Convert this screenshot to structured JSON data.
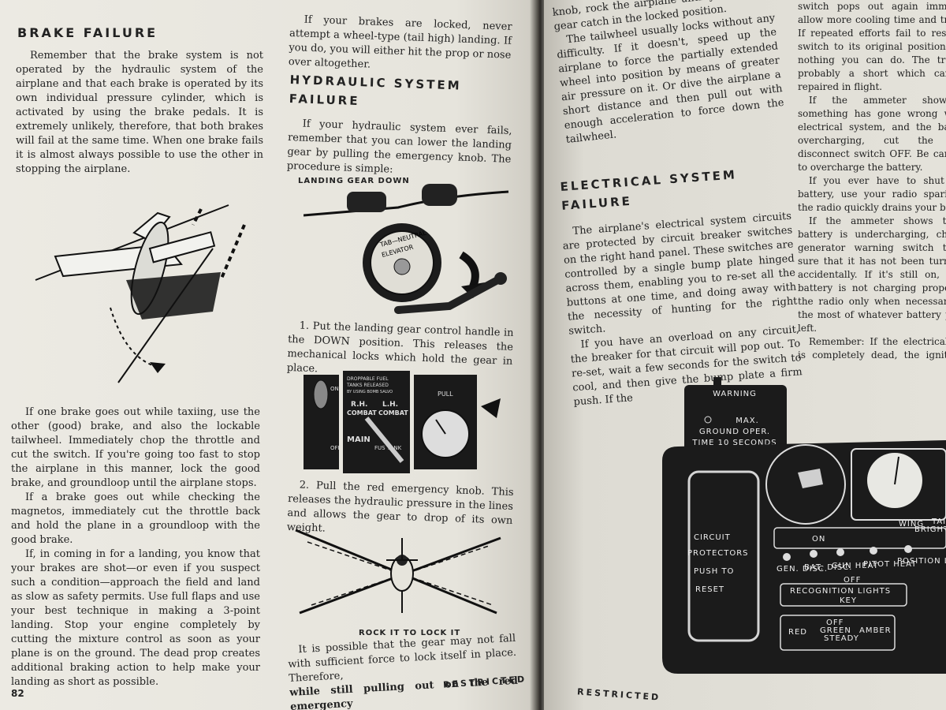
{
  "left_page": {
    "col1": {
      "heading": "BRAKE FAILURE",
      "intro": "Remember that the brake system is not operated by the hydraulic system of the airplane and that each brake is operated by its own individual pressure cylinder, which is activated by using the brake pedals. It is extremely unlikely, therefore, that both brakes will fail at the same time. When one brake fails it is almost always possible to use the other in stopping the airplane.",
      "p1": "If one brake goes out while taxiing, use the other (good) brake, and also the lockable tailwheel. Immediately chop the throttle and cut the switch. If you're going too fast to stop the airplane in this manner, lock the good brake, and groundloop until the airplane stops.",
      "p2": "If a brake goes out while checking the magnetos, immediately cut the throttle back and hold the plane in a groundloop with the good brake.",
      "p3": "If, in coming in for a landing, you know that your brakes are shot—or even if you suspect such a condition—approach the field and land as slow as safety permits. Use full flaps and use your best technique in making a 3-point landing. Stop your engine completely by cutting the mixture control as soon as your plane is on the ground. The dead prop creates additional braking action to help make your landing as short as possible.",
      "page_number": "82"
    },
    "col2": {
      "top_text": "If your brakes are locked, never attempt a wheel-type (tail high) landing. If you do, you will either hit the prop or nose over altogether.",
      "heading_line1": "HYDRAULIC SYSTEM",
      "heading_line2": "FAILURE",
      "intro": "If your hydraulic system ever fails, remember that you can lower the landing gear by pulling the emergency knob. The procedure is simple:",
      "fig1_caption": "LANDING GEAR DOWN",
      "fig1_label1": "TAB—NEUTRAL",
      "fig1_label2": "ELEVATOR",
      "step1": "1. Put the landing gear control handle in the DOWN position. This releases the mechanical locks which hold the gear in place.",
      "fig2_labels": [
        "DROPPABLE FUEL",
        "TANKS RELEASED",
        "BY USING BOMB SALVO",
        "R.H.",
        "COMBAT",
        "L.H.",
        "COMBAT",
        "MAIN",
        "FUS TANK",
        "PULL",
        "ON",
        "OFF"
      ],
      "step2": "2. Pull the red emergency knob. This releases the hydraulic pressure in the lines and allows the gear to drop of its own weight.",
      "fig3_caption": "ROCK IT TO LOCK IT",
      "bottom_text_1": "It is possible that the gear may not fall with sufficient force to lock itself in place. Therefore,",
      "bottom_text_2": "while still pulling out on the red emergency",
      "footer": "RESTRICTED"
    }
  },
  "right_page": {
    "col1": {
      "top_text": "knob, rock the airplane until you feel the gear catch in the locked position.",
      "tailwheel": "The tailwheel usually locks without any difficulty. If it doesn't, speed up the airplane to force the partially extended wheel into position by means of greater air pressure on it. Or dive the airplane a short distance and then pull out with enough acceleration to force down the tailwheel.",
      "heading_line1": "ELECTRICAL SYSTEM",
      "heading_line2": "FAILURE",
      "p1": "The airplane's electrical system circuits are protected by circuit breaker switches on the right hand panel. These switches are controlled by a single bump plate hinged across them, enabling you to re-set all the buttons at one time, and doing away with the necessity of hunting for the right switch.",
      "p2": "If you have an overload on any circuit, the breaker for that circuit will pop out. To re-set, wait a few seconds for the switch to cool, and then give the bump plate a firm push. If the",
      "footer": "RESTRICTED"
    },
    "col2": {
      "p1": "switch pops out again immediately, allow more cooling time and try again. If repeated efforts fail to restore the switch to its original position, there's nothing you can do. The trouble is probably a short which cannot be repaired in flight.",
      "p2": "If the ammeter shows that something has gone wrong with the electrical system, and the battery is overcharging, cut the battery disconnect switch OFF. Be careful not to overcharge the battery.",
      "p3": "If you ever have to shut off the battery, use your radio sparingly, as the radio quickly drains your battery.",
      "p4": "If the ammeter shows that the battery is undercharging, check the generator warning switch to make sure that it has not been turned OFF accidentally. If it's still on, and the battery is not charging properly, use the radio only when necessary. Make the most of whatever battery power is left.",
      "p5": "Remember: If the electrical system is completely dead, the ignition still will operate on the magnetos. In addition you will be able to control the oil and coolant shutters since they operate electrically."
    },
    "panel": {
      "warning_title": "WARNING",
      "warning_line1": "MAX.",
      "warning_line2": "GROUND OPER.",
      "warning_line3": "TIME 10 SECONDS",
      "cp_line1": "CIRCUIT",
      "cp_line2": "PROTECTORS",
      "cp_line3": "PUSH TO",
      "cp_line4": "RESET",
      "on_label": "ON",
      "off_label": "OFF",
      "wing_label": "WING",
      "tail_label": "TAIL",
      "bright_label": "BRIGHT",
      "switch_labels": [
        "GEN. DISC.",
        "BAT. DISC.",
        "GUN HEAT",
        "PITOT HEAT",
        "POSITION LIGHTS DIM"
      ],
      "recog_label": "RECOGNITION LIGHTS",
      "key_label": "KEY",
      "color_labels": [
        "RED",
        "GREEN",
        "AMBER"
      ],
      "steady_label": "STEADY",
      "off2_label": "OFF"
    }
  }
}
